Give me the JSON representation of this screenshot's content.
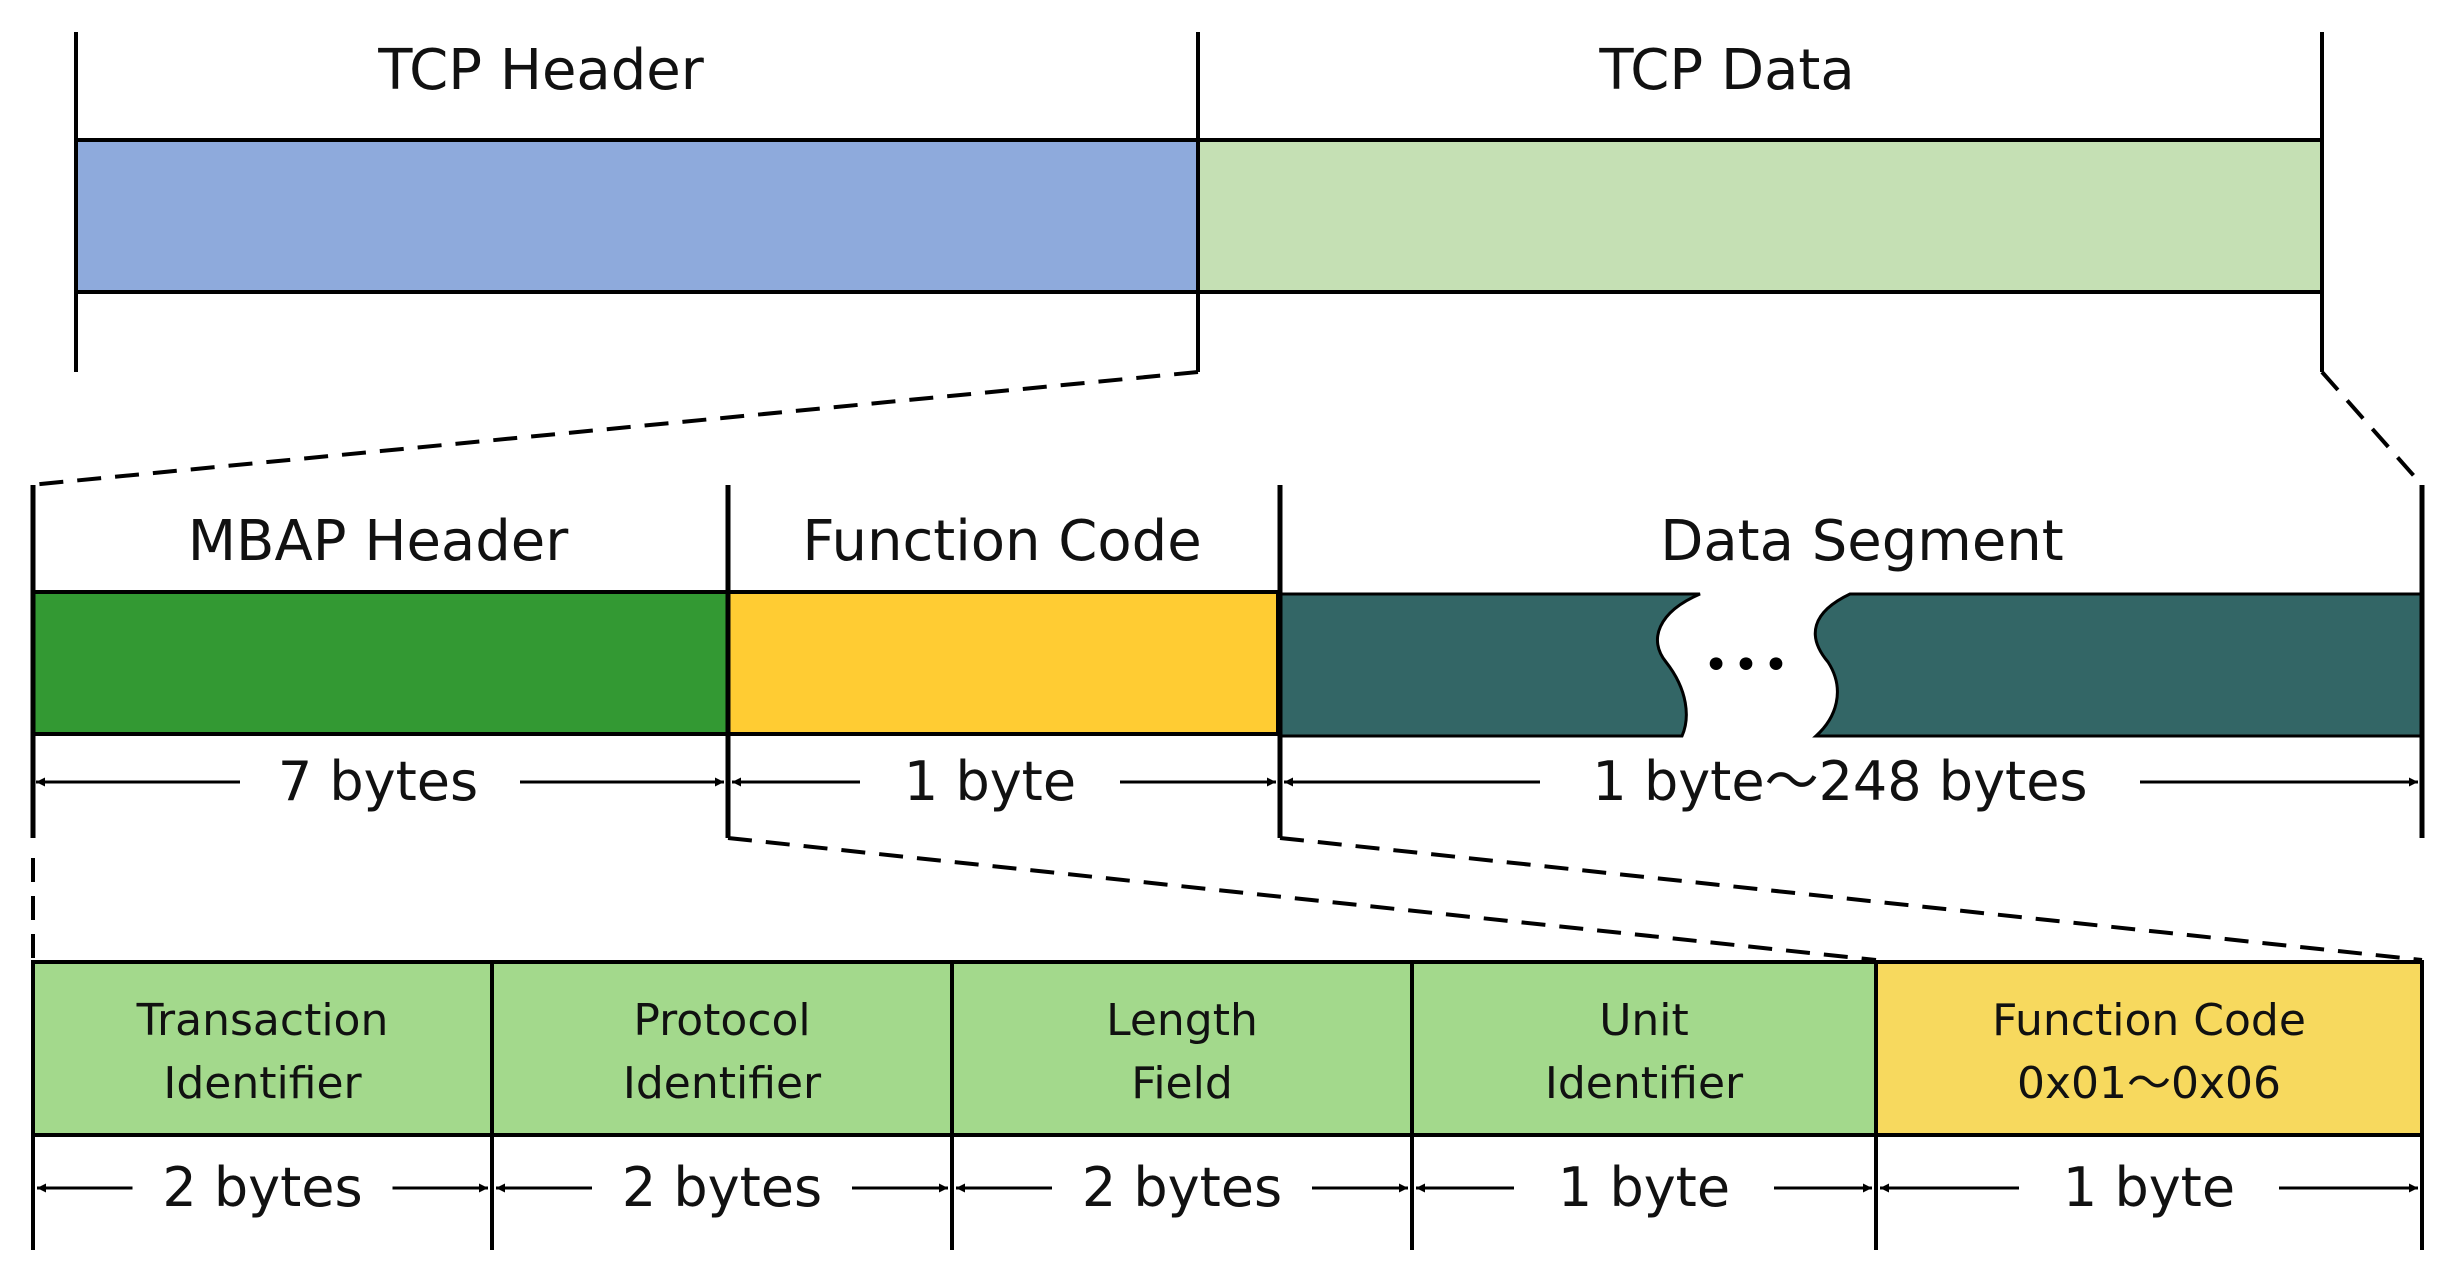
{
  "colors": {
    "tcp_header": "#8eaadc",
    "tcp_data": "#c5e0b4",
    "mbap": "#339933",
    "function_code": "#ffcc33",
    "data_segment": "#336666",
    "fields": "#a3d98c",
    "function_field": "#f7d95e",
    "line": "#000000"
  },
  "row1": {
    "tcp_header_label": "TCP Header",
    "tcp_data_label": "TCP Data"
  },
  "row2": {
    "mbap_label": "MBAP Header",
    "function_code_label": "Function Code",
    "data_segment_label": "Data Segment",
    "ellipsis": "•••",
    "mbap_size": "7 bytes",
    "function_code_size": "1 byte",
    "data_segment_size": "1 byte～248 bytes"
  },
  "row3": {
    "fields": [
      {
        "line1": "Transaction",
        "line2": "Identifier",
        "size": "2 bytes"
      },
      {
        "line1": "Protocol",
        "line2": "Identifier",
        "size": "2 bytes"
      },
      {
        "line1": "Length",
        "line2": "Field",
        "size": "2 bytes"
      },
      {
        "line1": "Unit",
        "line2": "Identifier",
        "size": "1 byte"
      },
      {
        "line1": "Function Code",
        "line2": "0x01～0x06",
        "size": "1 byte"
      }
    ]
  }
}
